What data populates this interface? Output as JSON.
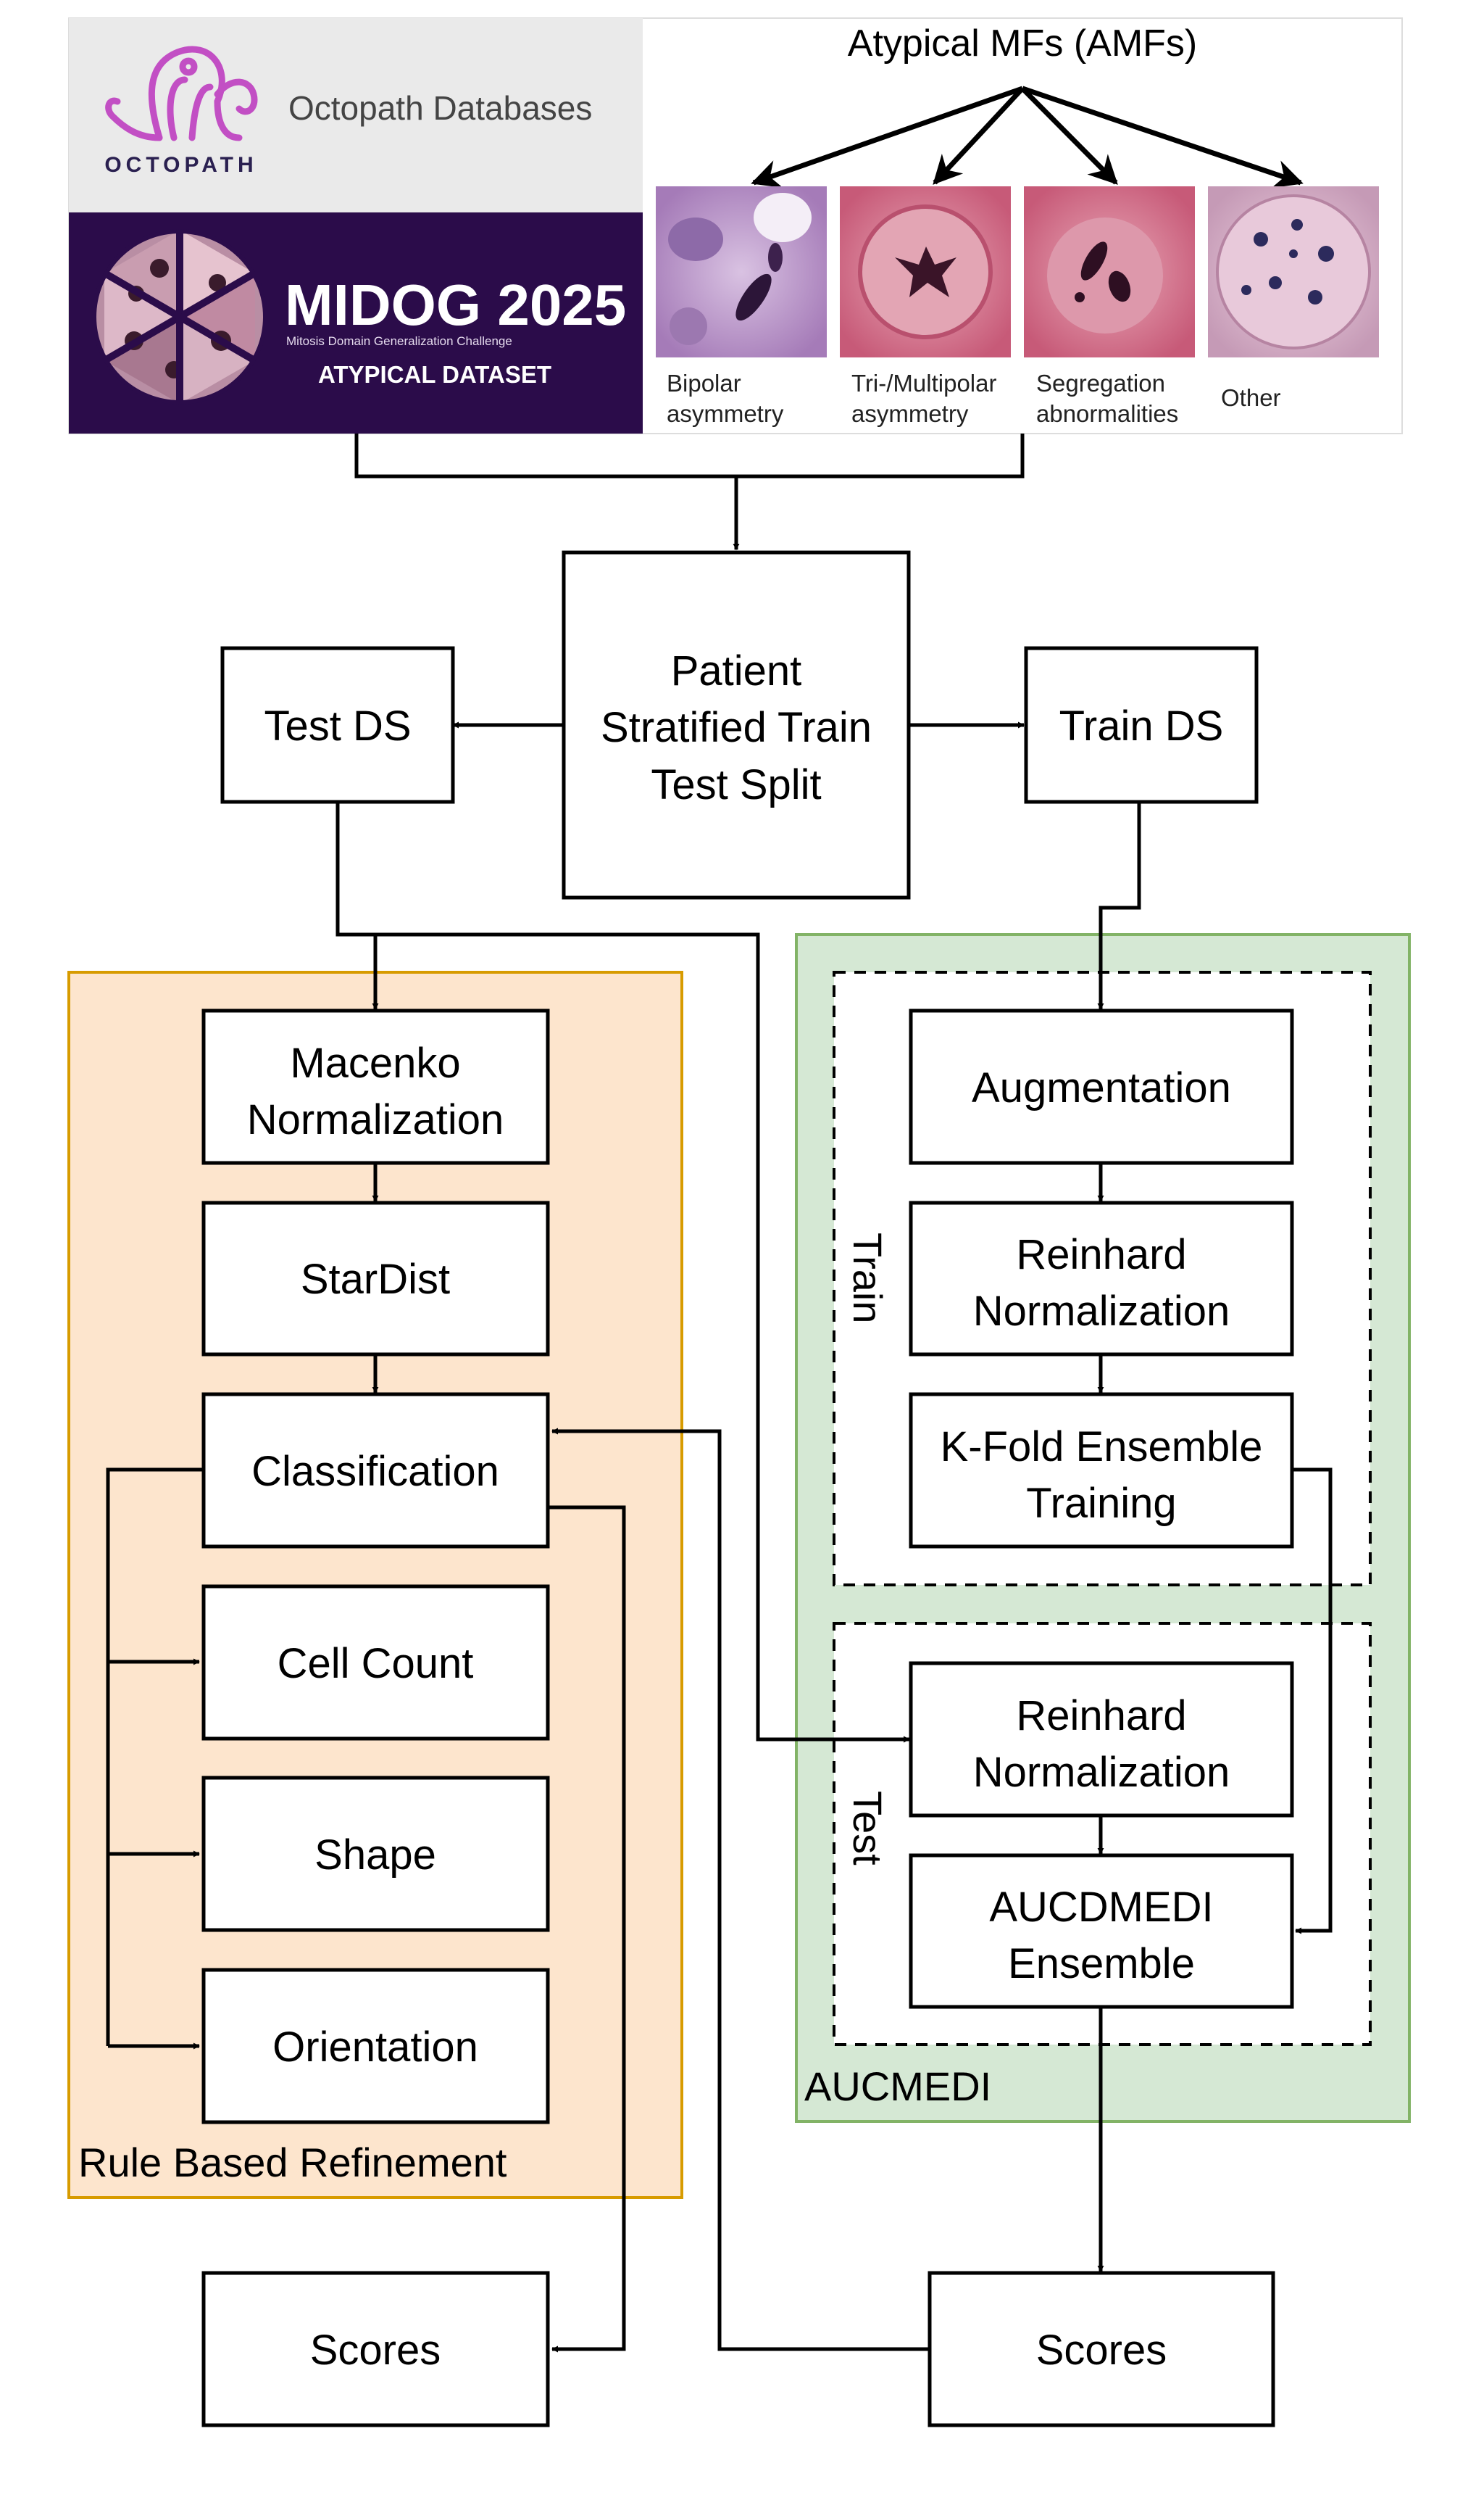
{
  "header": {
    "octopath": {
      "logo_text": "OCTOPATH",
      "databases_label": "Octopath Databases"
    },
    "midog": {
      "title": "MIDOG 2025",
      "subtitle": "Mitosis Domain Generalization Challenge",
      "dataset_label": "ATYPICAL DATASET"
    },
    "amf": {
      "title": "Atypical MFs (AMFs)",
      "categories": [
        {
          "line1": "Bipolar",
          "line2": "asymmetry"
        },
        {
          "line1": "Tri-/Multipolar",
          "line2": "asymmetry"
        },
        {
          "line1": "Segregation",
          "line2": "abnormalities"
        },
        {
          "line1": "Other",
          "line2": ""
        }
      ]
    }
  },
  "split": {
    "patient_split": [
      "Patient",
      "Stratified Train",
      "Test Split"
    ],
    "test_ds": "Test DS",
    "train_ds": "Train DS"
  },
  "rule_based": {
    "container_label": "Rule Based Refinement",
    "macenko": [
      "Macenko",
      "Normalization"
    ],
    "stardist": "StarDist",
    "classification": "Classification",
    "cell_count": "Cell Count",
    "shape": "Shape",
    "orientation": "Orientation",
    "scores": "Scores"
  },
  "aucmedi": {
    "container_label": "AUCMEDI",
    "train_label": "Train",
    "test_label": "Test",
    "augmentation": "Augmentation",
    "reinhard_train": [
      "Reinhard",
      "Normalization"
    ],
    "kfold": [
      "K-Fold Ensemble",
      "Training"
    ],
    "reinhard_test": [
      "Reinhard",
      "Normalization"
    ],
    "ensemble": [
      "AUCDMEDI",
      "Ensemble"
    ],
    "scores": "Scores"
  },
  "colors": {
    "rule_fill": "#fde5cd",
    "rule_border": "#d79b00",
    "aucmedi_fill": "#d5e8d4",
    "aucmedi_border": "#82b366",
    "midog_bg": "#2b0c4a",
    "octopath_bg": "#eaeaea",
    "octopath_logo": "#c24fc4"
  }
}
